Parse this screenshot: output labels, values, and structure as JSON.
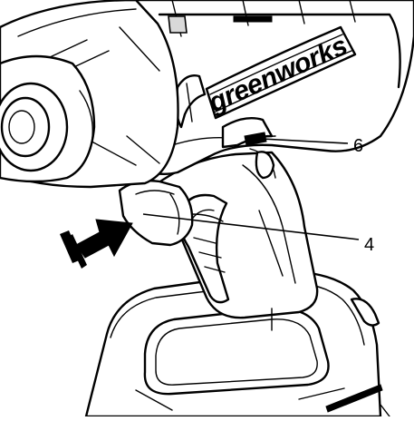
{
  "brand": {
    "logo_text": "greenworks"
  },
  "callouts": [
    {
      "id": "trigger-lock",
      "label": "6"
    },
    {
      "id": "trigger-switch",
      "label": "4"
    }
  ],
  "indicator": {
    "icon": "push-arrow-icon",
    "meaning": "press direction"
  },
  "colors": {
    "line": "#000000",
    "background": "#ffffff"
  }
}
